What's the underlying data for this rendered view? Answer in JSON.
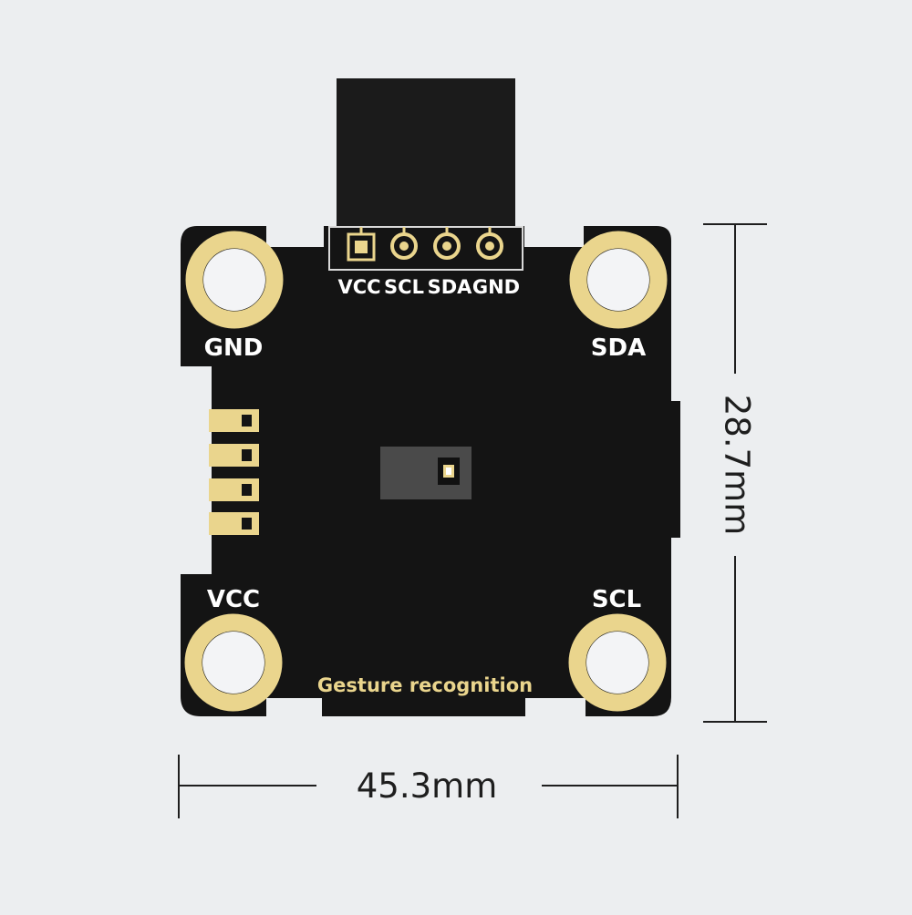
{
  "connector_pins": [
    "VCC",
    "SCL",
    "SDA",
    "GND"
  ],
  "corner_labels": {
    "top_left": "GND",
    "top_right": "SDA",
    "bottom_left": "VCC",
    "bottom_right": "SCL"
  },
  "board_label": "Gesture recognition",
  "dimensions": {
    "width": "45.3mm",
    "height": "28.7mm"
  },
  "colors": {
    "background": "#eceef0",
    "pcb": "#141414",
    "gold": "#ead58d",
    "silkscreen": "#ffffff",
    "dimension_line": "#1e1e1e"
  }
}
